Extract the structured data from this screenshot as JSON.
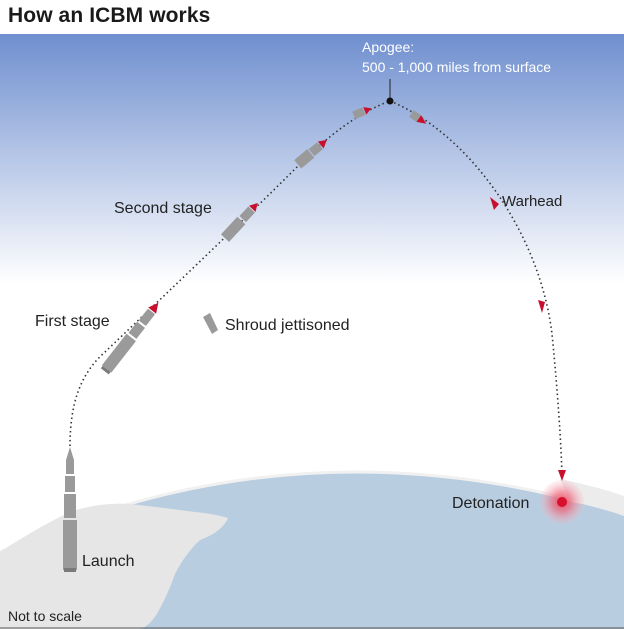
{
  "title": "How an ICBM works",
  "labels": {
    "apogee_line1": "Apogee:",
    "apogee_line2": "500 - 1,000 miles from surface",
    "second_stage": "Second stage",
    "first_stage": "First stage",
    "shroud": "Shroud jettisoned",
    "warhead": "Warhead",
    "detonation": "Detonation",
    "launch": "Launch",
    "scale_note": "Not to scale"
  },
  "colors": {
    "sky_top": "#6f8fcf",
    "sky_bottom": "#ffffff",
    "ocean": "#b9cde0",
    "land": "#e6e6e6",
    "rocket": "#9a9a9a",
    "nose": "#c8102e",
    "detonation": "#e8435a"
  }
}
